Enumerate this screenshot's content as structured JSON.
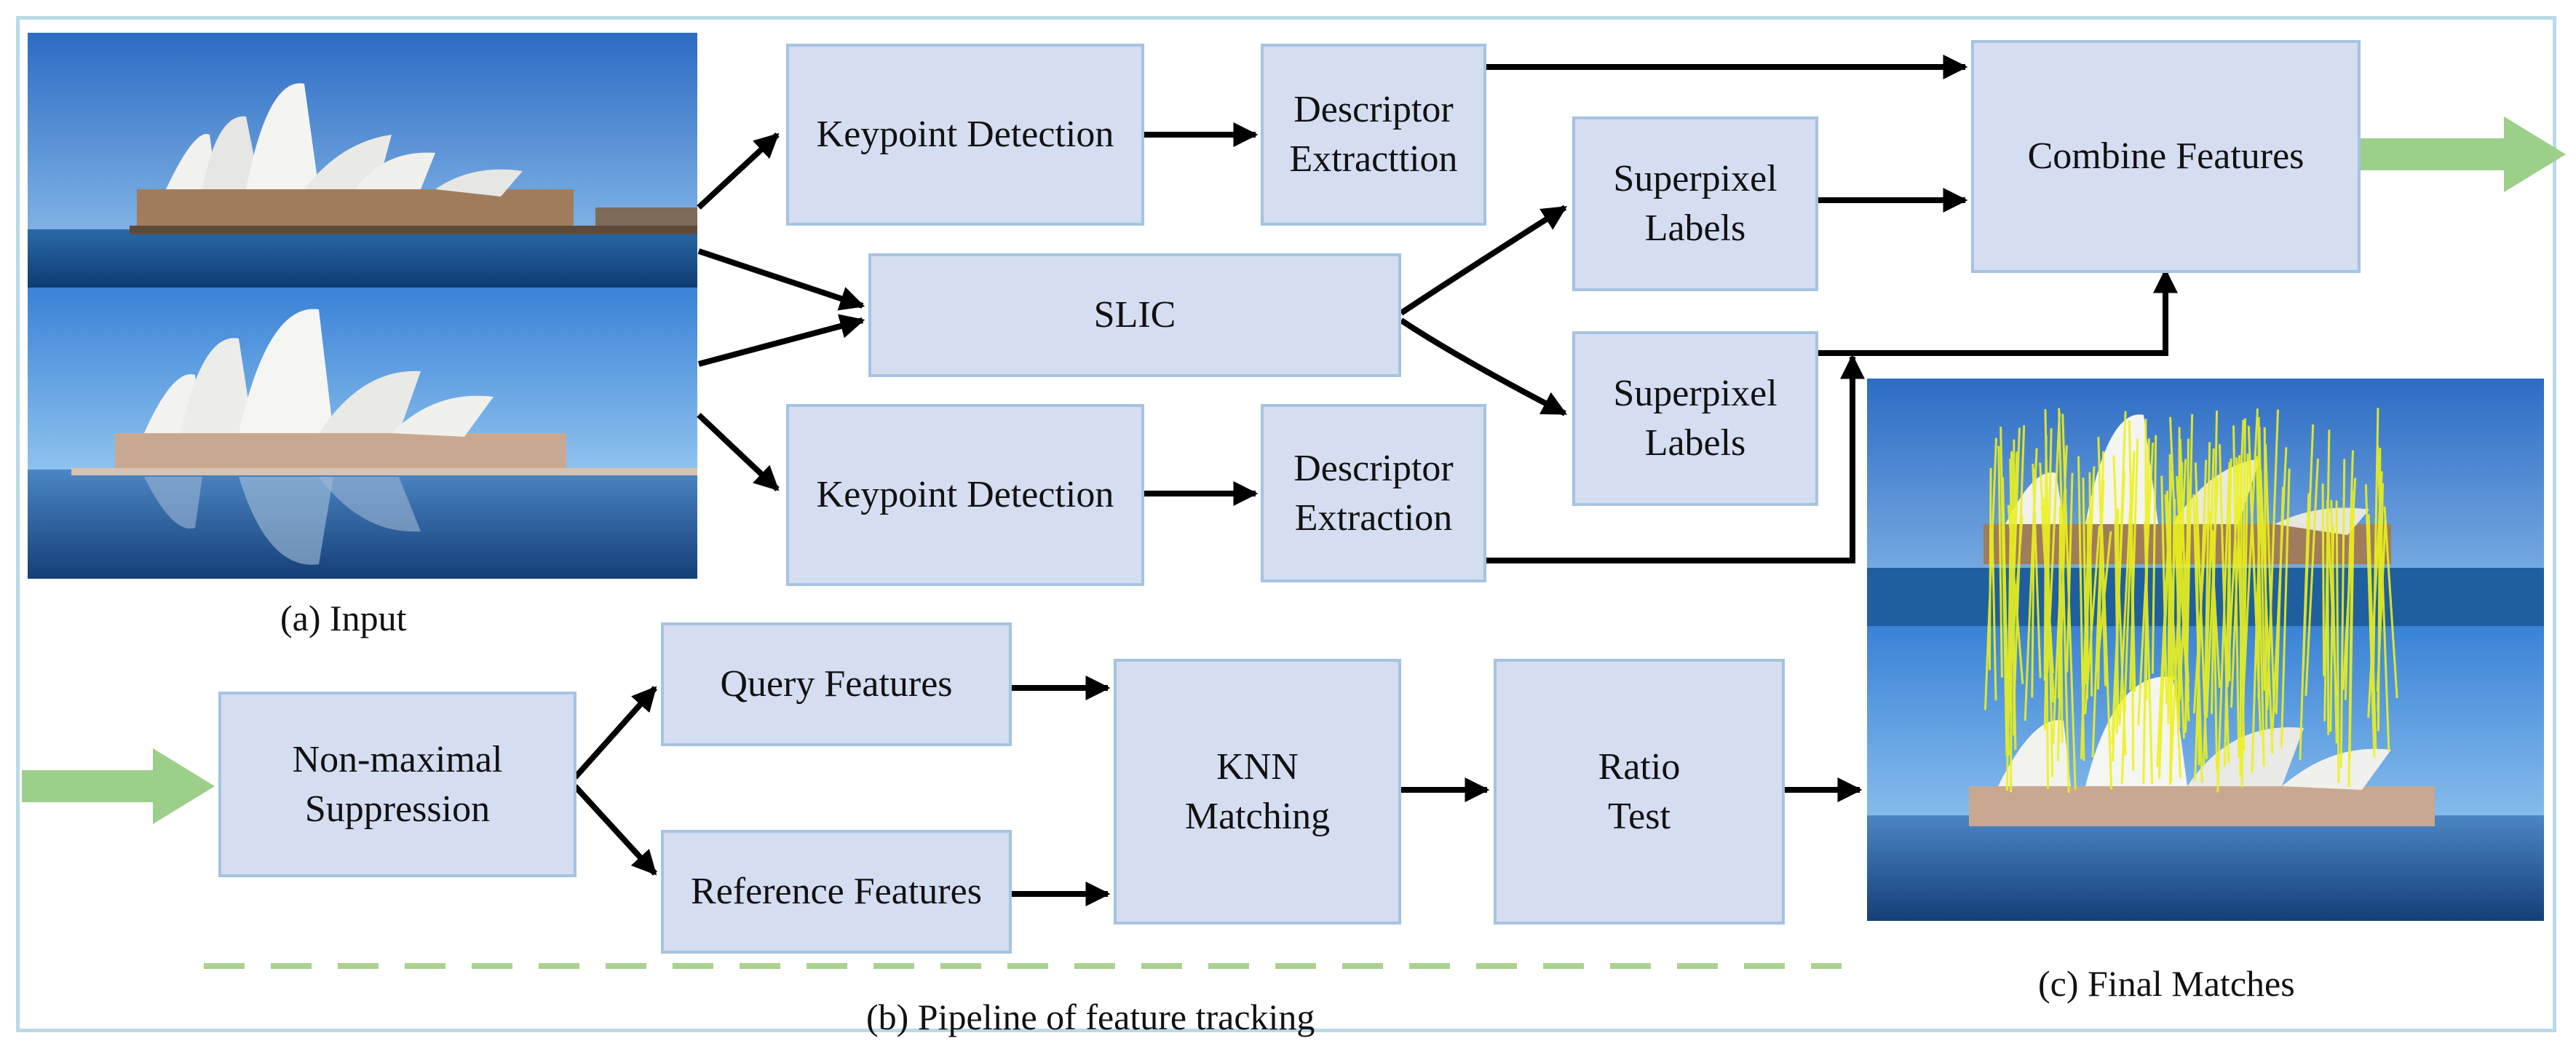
{
  "captions": {
    "input": "(a) Input",
    "pipeline": "(b) Pipeline of feature tracking",
    "final": "(c) Final Matches"
  },
  "boxes": {
    "kp_top": "Keypoint Detection",
    "desc_top": "Descriptor\nExtracttion",
    "slic": "SLIC",
    "sp_top": "Superpixel\nLabels",
    "sp_bottom": "Superpixel\nLabels",
    "combine": "Combine Features",
    "kp_bottom": "Keypoint Detection",
    "desc_bottom": "Descriptor\nExtraction",
    "nms": "Non-maximal\nSuppression",
    "query": "Query Features",
    "reference": "Reference Features",
    "knn": "KNN\nMatching",
    "ratio": "Ratio\nTest"
  },
  "colors": {
    "box_fill": "#d4def0",
    "box_border": "#a6c3e0",
    "frame": "#b9dbe6",
    "flow_arrow": "#9ccf8a",
    "dashed_line": "#a9d28f",
    "match_lines": "#ecf21c"
  },
  "icons": {
    "input_photo_top": "opera-house-photo",
    "input_photo_bottom": "opera-house-reflection-photo",
    "final_photo": "matched-features-photo"
  }
}
